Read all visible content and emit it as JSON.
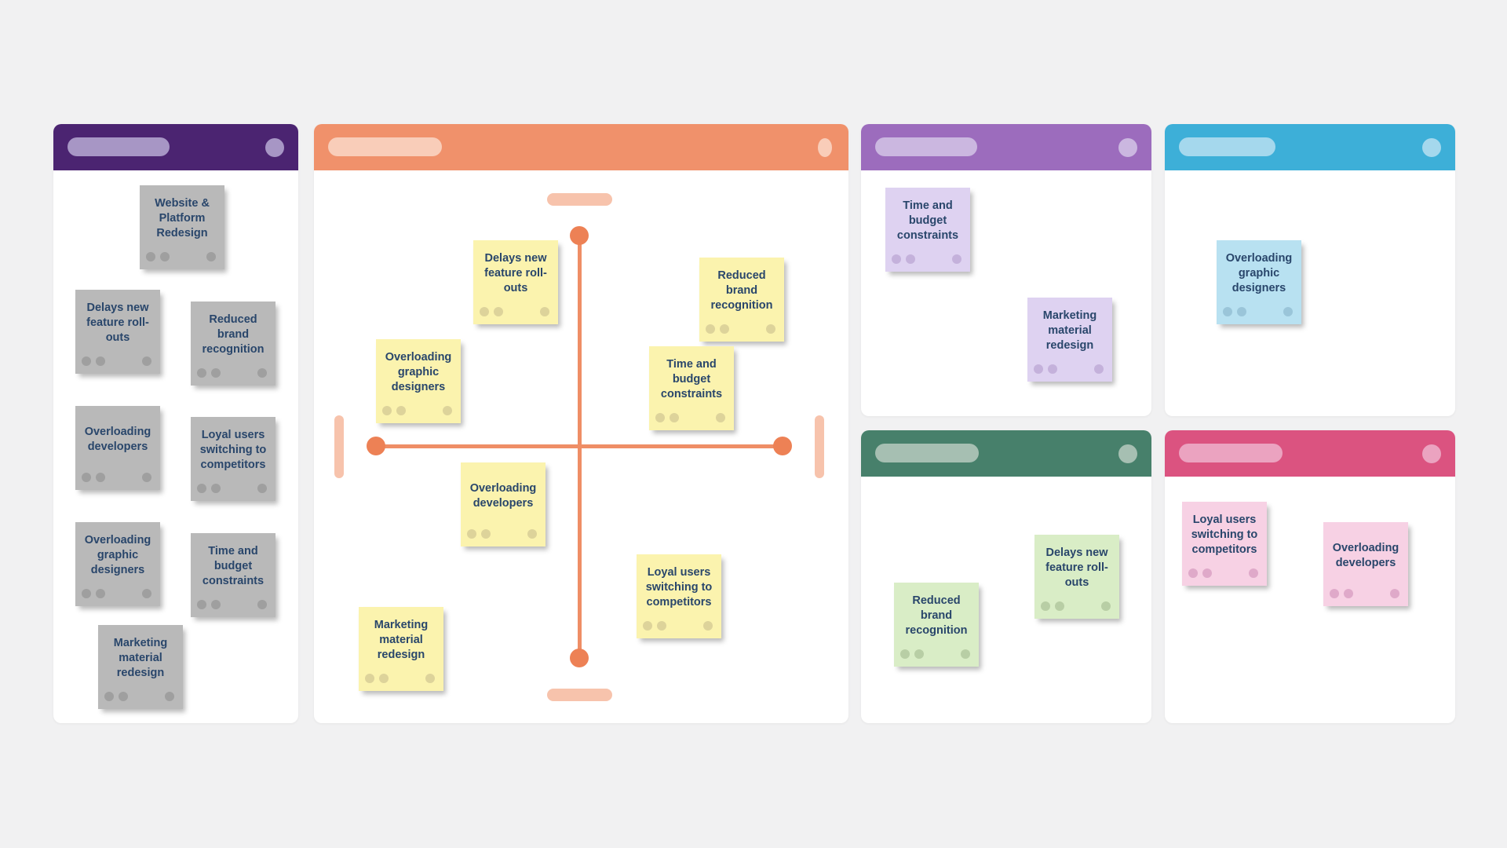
{
  "board": {
    "background_color": "#F1F1F2",
    "note_text_color": "#29466B"
  },
  "panels": [
    {
      "name": "collection-panel-dark-purple",
      "header_color": "#4B2471",
      "header_accent_color": "#A796C5",
      "note_color": "#B9B9B9",
      "notes": [
        {
          "text": "Website & Platform Redesign"
        },
        {
          "text": "Delays new feature roll-outs"
        },
        {
          "text": "Reduced brand recognition"
        },
        {
          "text": "Overloading developers"
        },
        {
          "text": "Loyal users switching to competitors"
        },
        {
          "text": "Overloading graphic designers"
        },
        {
          "text": "Time and budget constraints"
        },
        {
          "text": "Marketing material redesign"
        }
      ]
    },
    {
      "name": "impact-matrix-panel-orange",
      "header_color": "#F0916B",
      "header_accent_color": "#F9CDB9",
      "note_color": "#FBF3AE",
      "axis": {
        "line_color": "#EF8E66",
        "endpoint_color": "#ED8155",
        "label_placeholder_color": "#F7C3AC"
      },
      "notes": [
        {
          "text": "Delays new feature roll-outs"
        },
        {
          "text": "Reduced brand recognition"
        },
        {
          "text": "Overloading graphic designers"
        },
        {
          "text": "Time and budget constraints"
        },
        {
          "text": "Overloading developers"
        },
        {
          "text": "Loyal users switching to competitors"
        },
        {
          "text": "Marketing material redesign"
        }
      ]
    },
    {
      "name": "breakout-panel-purple",
      "header_color": "#9C6CBD",
      "header_accent_color": "#CBB7E0",
      "note_color": "#DED2F1",
      "notes": [
        {
          "text": "Time and budget constraints"
        },
        {
          "text": "Marketing material redesign"
        }
      ]
    },
    {
      "name": "breakout-panel-cyan",
      "header_color": "#3DAFD8",
      "header_accent_color": "#A5D8ED",
      "note_color": "#B8E1F1",
      "notes": [
        {
          "text": "Overloading graphic designers"
        }
      ]
    },
    {
      "name": "breakout-panel-green",
      "header_color": "#47806B",
      "header_accent_color": "#A6BFB2",
      "note_color": "#D9EDC6",
      "notes": [
        {
          "text": "Reduced brand recognition"
        },
        {
          "text": "Delays new feature roll-outs"
        }
      ]
    },
    {
      "name": "breakout-panel-pink",
      "header_color": "#DB5380",
      "header_accent_color": "#EBA3C0",
      "note_color": "#F7D1E4",
      "notes": [
        {
          "text": "Loyal users switching to competitors"
        },
        {
          "text": "Overloading developers"
        }
      ]
    }
  ]
}
